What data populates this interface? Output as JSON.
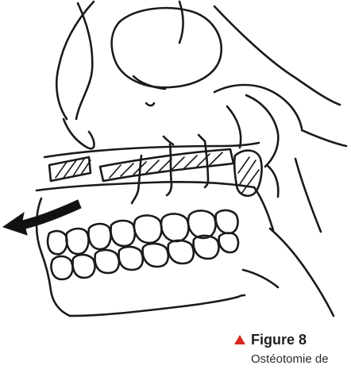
{
  "caption": {
    "title": "Figure 8",
    "text": "Ostéotomie de",
    "marker_color": "#d42a1e"
  },
  "illustration": {
    "subject": "skull-with-maxillary-osteotomy",
    "arrow_icon": "arrow-left-icon",
    "ink_color": "#1a1a1a"
  }
}
